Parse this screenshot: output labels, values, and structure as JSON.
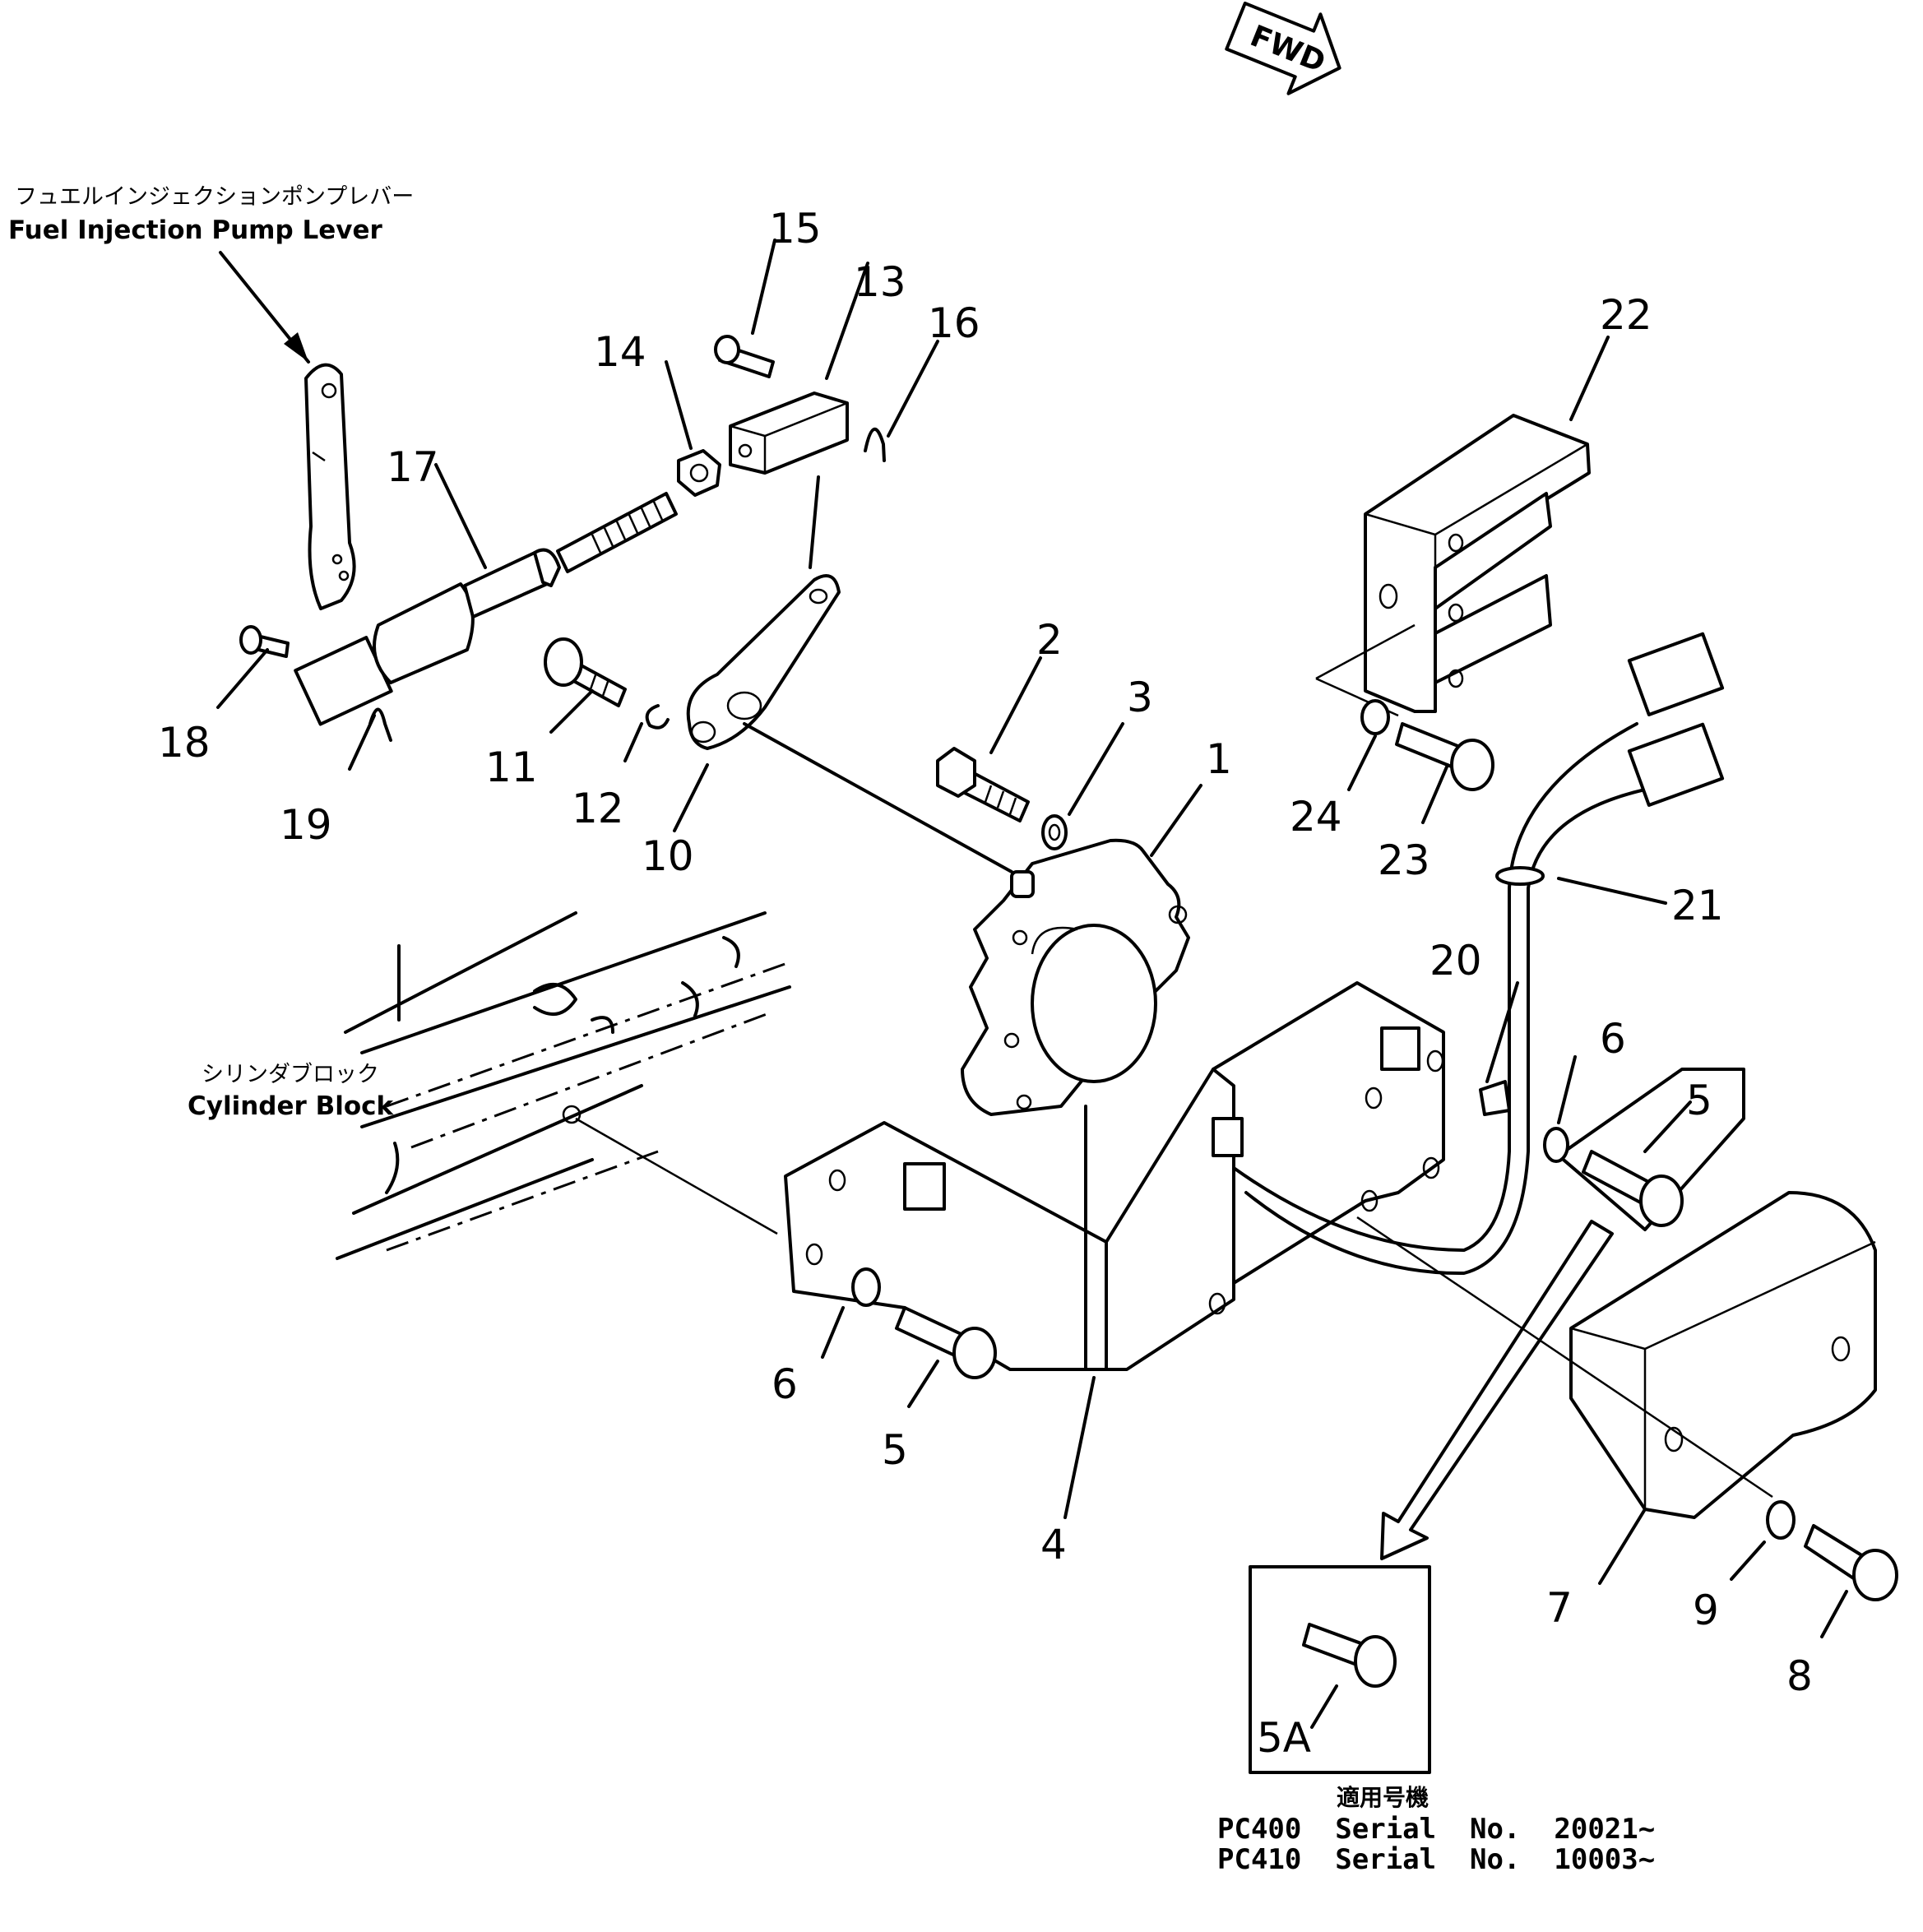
{
  "diagram": {
    "fwd_label": "FWD",
    "callouts": {
      "fuel_lever_jp": "フュエルインジェクションポンプレバー",
      "fuel_lever_en": "Fuel Injection Pump Lever",
      "cylinder_jp": "シリンダブロック",
      "cylinder_en": "Cylinder Block"
    },
    "part_numbers": [
      "1",
      "2",
      "3",
      "4",
      "5",
      "6",
      "7",
      "8",
      "9",
      "10",
      "11",
      "12",
      "13",
      "14",
      "15",
      "16",
      "17",
      "18",
      "19",
      "20",
      "21",
      "22",
      "23",
      "24",
      "5A"
    ],
    "detail": {
      "label": "5A",
      "applicable_jp": "適用号機",
      "serial_lines": [
        "PC400  Serial  No.  20021~",
        "PC410  Serial  No.  10003~"
      ]
    }
  }
}
